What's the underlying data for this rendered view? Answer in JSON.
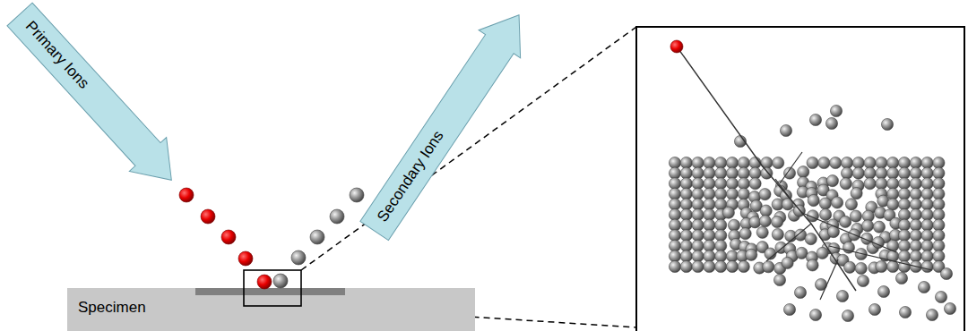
{
  "diagram": {
    "nodes": [
      {
        "text": [
          "Primary Ions"
        ]
      },
      {
        "text": [
          "Secondary Ions"
        ]
      },
      {
        "text": [
          "Specimen"
        ]
      }
    ]
  }
}
